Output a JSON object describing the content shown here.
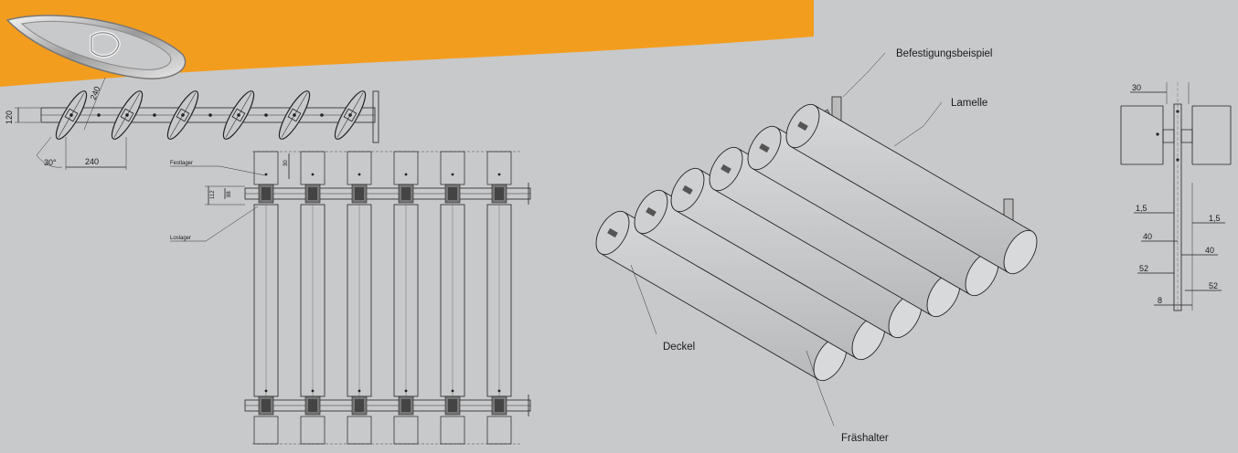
{
  "banner": {
    "color": "#f39d1f",
    "logo_icon": "lamella-profile-logo-icon"
  },
  "callouts": {
    "befestigung": "Befestigungsbeispiel",
    "lamelle": "Lamelle",
    "deckel": "Deckel",
    "fraeshalter": "Fräshalter"
  },
  "top_view": {
    "dim_height": "120",
    "dim_diag": "240",
    "dim_spacing": "240",
    "dim_angle": "30°"
  },
  "front_view": {
    "festlager": "Festlager",
    "loslager": "Loslager",
    "dim_30": "30",
    "dim_112": "112",
    "dim_88": "88"
  },
  "section": {
    "dim_top": "30",
    "left": [
      "1,5",
      "40",
      "52",
      "8"
    ],
    "right": [
      "1,5",
      "40",
      "52"
    ]
  }
}
